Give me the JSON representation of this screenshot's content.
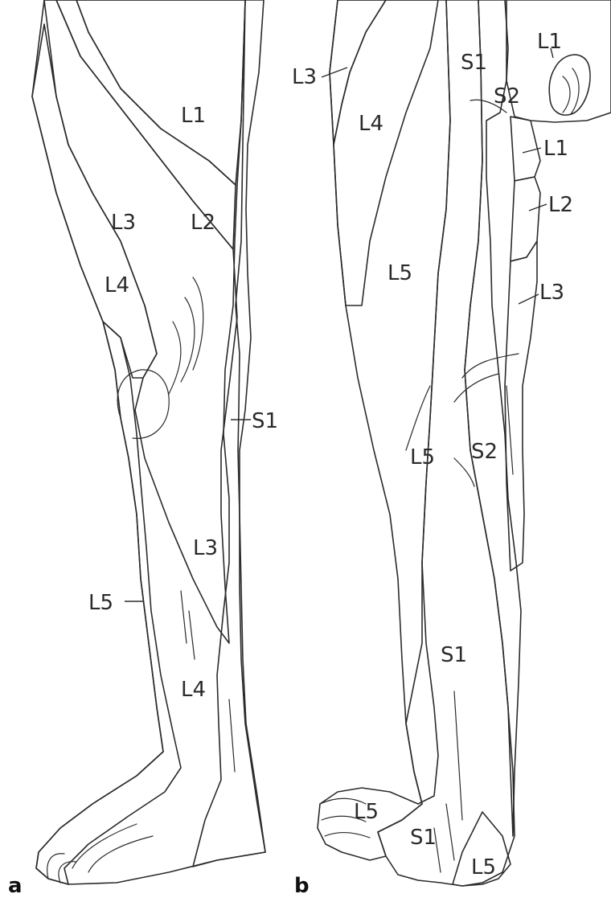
{
  "colors": {
    "L1": "#e3ad6a",
    "L2": "#ec9f77",
    "L3": "#d3e6f3",
    "L4": "#aab9dc",
    "L5": "#7494d0",
    "S1": "#72c58c",
    "S2": "#8ccc58",
    "genital": "#e9bdb2",
    "outline": "#2b2b2b"
  },
  "panels": {
    "a": {
      "panel_label": "a",
      "labels": {
        "L1": "L1",
        "L2": "L2",
        "L3_thigh": "L3",
        "L4_thigh": "L4",
        "S1": "S1",
        "L3_shin": "L3",
        "L5": "L5",
        "L4_shin": "L4"
      }
    },
    "b": {
      "panel_label": "b",
      "labels": {
        "L3_top": "L3",
        "S1_top": "S1",
        "L1_top": "L1",
        "S2_top": "S2",
        "L4": "L4",
        "L1_side": "L1",
        "L2_side": "L2",
        "L5_thigh": "L5",
        "L3_side": "L3",
        "L5_calf": "L5",
        "S2_calf": "S2",
        "S1_calf": "S1",
        "L5_foot": "L5",
        "S1_heel": "S1",
        "L5_heel": "L5"
      }
    }
  }
}
